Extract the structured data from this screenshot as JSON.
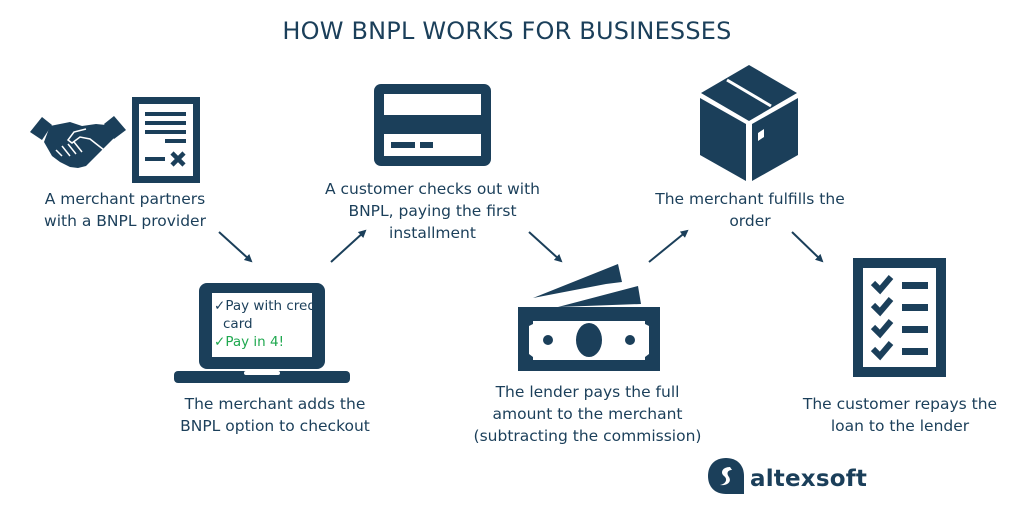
{
  "title": "HOW BNPL WORKS FOR BUSINESSES",
  "colors": {
    "primary": "#1b3f5a",
    "accent_green": "#1fa84f",
    "background": "#ffffff"
  },
  "steps": [
    {
      "icon": "handshake-contract-icon",
      "caption": "A merchant partners\nwith a BNPL provider"
    },
    {
      "icon": "laptop-checkout-icon",
      "caption": "The merchant adds the\nBNPL option to checkout",
      "screen": {
        "option1_check": "✓",
        "option1": "Pay with credit",
        "option1_cont": "card",
        "option2_check": "✓",
        "option2": "Pay in 4!"
      }
    },
    {
      "icon": "credit-card-icon",
      "caption": "A customer checks out with\nBNPL, paying the first\ninstallment"
    },
    {
      "icon": "cash-icon",
      "caption": "The lender pays the full\namount to the merchant\n(subtracting the commission)"
    },
    {
      "icon": "package-box-icon",
      "caption": "The merchant fulfills the\norder"
    },
    {
      "icon": "checklist-icon",
      "caption": "The customer repays the\nloan to the lender"
    }
  ],
  "brand": {
    "name": "altexsoft"
  }
}
